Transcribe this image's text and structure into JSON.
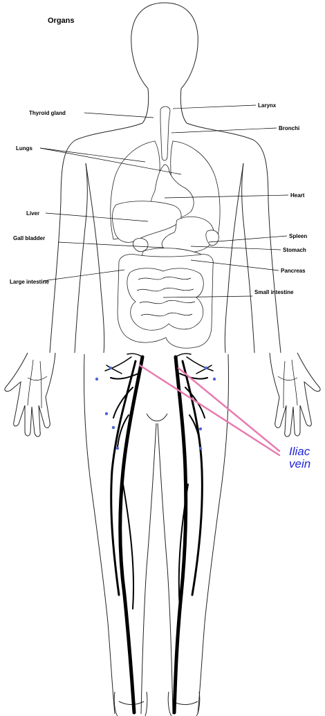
{
  "title": "Organs",
  "labels": {
    "larynx": "Larynx",
    "thyroid_gland": "Thyroid gland",
    "bronchi": "Bronchi",
    "lungs": "Lungs",
    "heart": "Heart",
    "liver": "Liver",
    "gall_bladder": "Gall bladder",
    "spleen": "Spleen",
    "stomach": "Stomach",
    "pancreas": "Pancreas",
    "large_intestine": "Large intestine",
    "small_intestine": "Small intestine"
  },
  "iliac_label": {
    "line1": "Iliac",
    "line2": "vein"
  },
  "colors": {
    "outline": "#222222",
    "pointer_lines": "#e87ab0",
    "iliac_text": "#1f25d6",
    "vein_dots": "#4a64d8"
  }
}
